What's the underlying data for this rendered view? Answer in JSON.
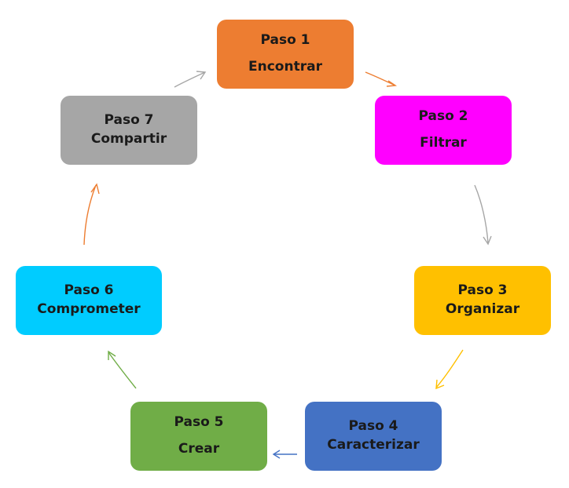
{
  "steps": [
    {
      "id": "step-1",
      "line1": "Paso 1",
      "line2": "Encontrar",
      "color": "#ED7D31"
    },
    {
      "id": "step-2",
      "line1": "Paso 2",
      "line2": "Filtrar",
      "color": "#FF00FF"
    },
    {
      "id": "step-3",
      "line1": "Paso 3",
      "line2": "Organizar",
      "color": "#FFC000"
    },
    {
      "id": "step-4",
      "line1": "Paso 4",
      "line2": "Caracterizar",
      "color": "#4472C4"
    },
    {
      "id": "step-5",
      "line1": "Paso 5",
      "line2": "Crear",
      "color": "#70AD47"
    },
    {
      "id": "step-6",
      "line1": "Paso 6",
      "line2": "Comprometer",
      "color": "#00CCFF"
    },
    {
      "id": "step-7",
      "line1": "Paso 7",
      "line2": "Compartir",
      "color": "#A6A6A6"
    }
  ],
  "arrows": [
    {
      "from": "step-1",
      "to": "step-2",
      "color": "#ED7D31"
    },
    {
      "from": "step-2",
      "to": "step-3",
      "color": "#A6A6A6"
    },
    {
      "from": "step-3",
      "to": "step-4",
      "color": "#FFC000"
    },
    {
      "from": "step-4",
      "to": "step-5",
      "color": "#4472C4"
    },
    {
      "from": "step-5",
      "to": "step-6",
      "color": "#70AD47"
    },
    {
      "from": "step-6",
      "to": "step-7",
      "color": "#ED7D31"
    },
    {
      "from": "step-7",
      "to": "step-1",
      "color": "#A6A6A6"
    }
  ]
}
